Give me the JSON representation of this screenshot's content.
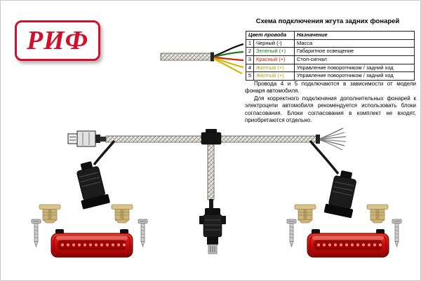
{
  "logo": {
    "text": "РИФ",
    "color": "#d1112b"
  },
  "title": "Схема подключения жгута задних фонарей",
  "table": {
    "headers": [
      "Цвет провода",
      "Назначение"
    ],
    "rows": [
      {
        "num": "1",
        "color_label": "Черный (-)",
        "color": "#000000",
        "purpose": "Масса"
      },
      {
        "num": "2",
        "color_label": "Зеленый (+)",
        "color": "#1f7d1f",
        "purpose": "Габаритное освещение"
      },
      {
        "num": "3",
        "color_label": "Красный (+)",
        "color": "#cc2200",
        "purpose": "Стоп-сигнал"
      },
      {
        "num": "4",
        "color_label": "Желтый (+)",
        "color": "#b59b00",
        "purpose": "Управление поворотником / задний ход"
      },
      {
        "num": "5",
        "color_label": "Желтый (+)",
        "color": "#b59b00",
        "purpose": "Управление поворотником / задний ход"
      }
    ]
  },
  "notes": [
    "Провода 4 и 5 подключаются в зависимости от модели фонаря автомобиля.",
    "Для корректного подключения дополнительных фонарей к электроцепи автомобиля рекомендуется использовать блоки согласования. Блоки согласования в комплект не входят, приобретаются отдельно."
  ]
}
